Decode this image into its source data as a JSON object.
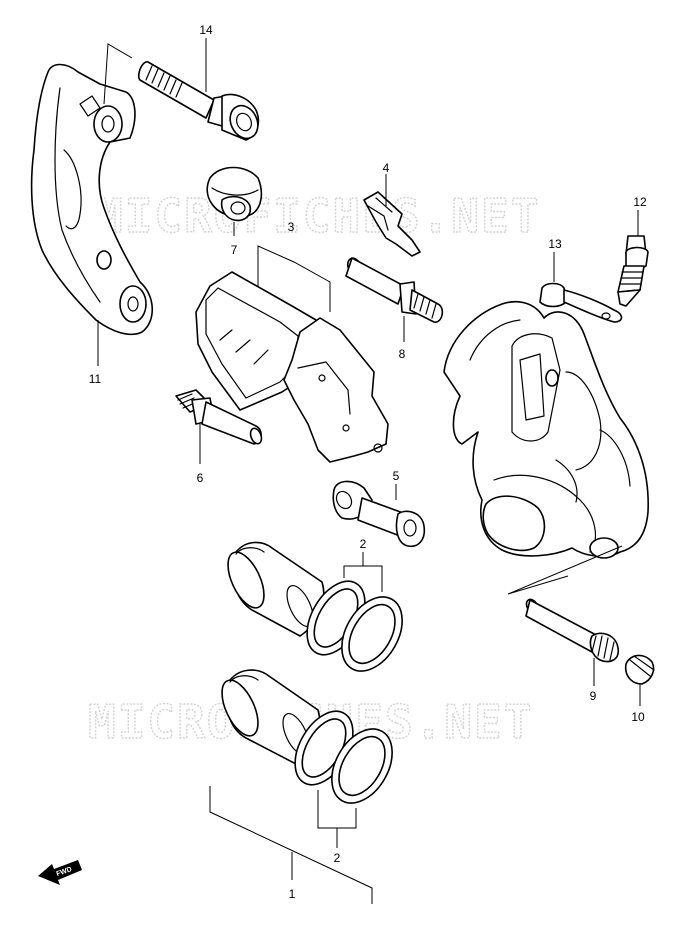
{
  "watermark": {
    "top": "MICROFICHES.NET",
    "bottom": "MICROFICHES.NET",
    "color": "#d2d2d2"
  },
  "direction_badge": "FWD",
  "part_labels": {
    "p1": "1",
    "p2a": "2",
    "p2b": "2",
    "p3": "3",
    "p4": "4",
    "p5": "5",
    "p6": "6",
    "p7": "7",
    "p8": "8",
    "p9": "9",
    "p10": "10",
    "p11": "11",
    "p12": "12",
    "p13": "13",
    "p14": "14"
  }
}
